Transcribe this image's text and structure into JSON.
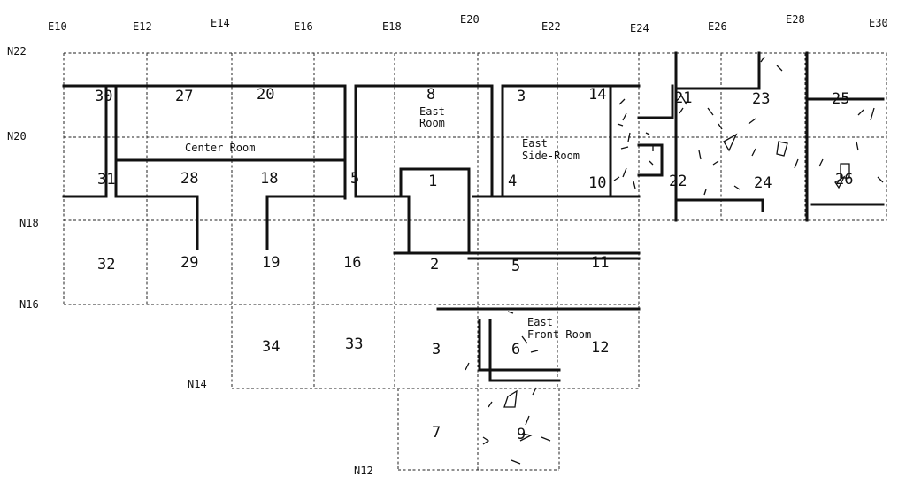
{
  "axis_labels": {
    "east": [
      "E10",
      "E12",
      "E14",
      "E16",
      "E18",
      "E20",
      "E22",
      "E24",
      "E26",
      "E28",
      "E30"
    ],
    "north": [
      "N22",
      "N20",
      "N18",
      "N16",
      "N14",
      "N12"
    ]
  },
  "unit_numbers": [
    "30",
    "27",
    "20",
    "8",
    "3",
    "14",
    "21",
    "23",
    "25",
    "31",
    "28",
    "18",
    "5",
    "1",
    "4",
    "10",
    "22",
    "24",
    "26",
    "32",
    "29",
    "19",
    "16",
    "2",
    "5",
    "11",
    "34",
    "33",
    "3",
    "6",
    "12",
    "7",
    "9"
  ],
  "room_labels": {
    "center_room": "Center Room",
    "east_room": [
      "East",
      "Room"
    ],
    "east_side_room": [
      "East",
      "Side-Room"
    ],
    "east_front_room": [
      "East",
      "Front-Room"
    ]
  }
}
